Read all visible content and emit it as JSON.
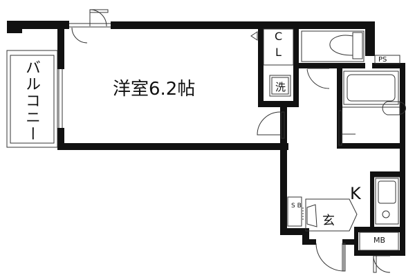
{
  "rooms": {
    "western_room": "洋室6.2帖",
    "balcony": "バルコニー",
    "closet": {
      "line1": "C",
      "line2": "L"
    },
    "washer": "洗",
    "pipe_space": "PS",
    "kitchen": "K",
    "entrance": "玄",
    "shoe_box": "S B",
    "meter_box": "MB"
  },
  "colors": {
    "wall": "#111111",
    "line": "#333333",
    "background": "#ffffff"
  }
}
